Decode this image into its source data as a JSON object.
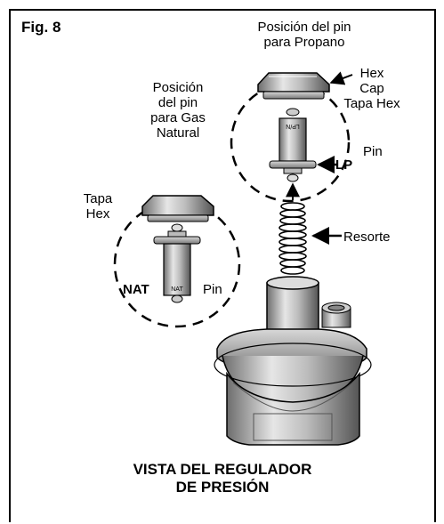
{
  "figure": {
    "label": "Fig. 8",
    "title_lines": [
      "VISTA DEL REGULADOR",
      "DE PRESIÓN"
    ]
  },
  "labels": {
    "propane_position": [
      "Posición del pin",
      "para Propano"
    ],
    "natural_gas_position": [
      "Posición",
      "del pin",
      "para Gas",
      "Natural"
    ],
    "hex_cap_upper": [
      "Hex",
      "Cap",
      "Tapa Hex"
    ],
    "tapa_hex_left": [
      "Tapa",
      "Hex"
    ],
    "pin_upper": "Pin",
    "lp": "LP",
    "resorte": "Resorte",
    "nat": "NAT",
    "pin_left": "Pin",
    "pin_body_nat": "NAT",
    "pin_body_lp": "LP/N"
  }
}
